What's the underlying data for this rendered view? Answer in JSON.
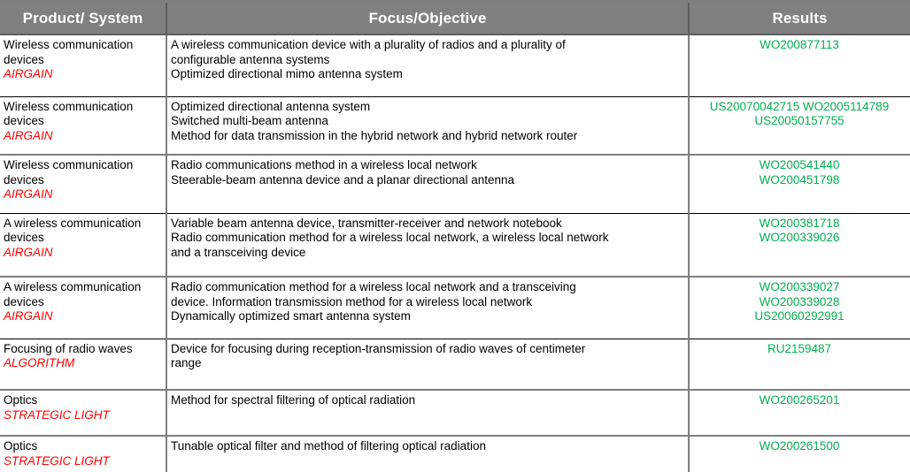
{
  "table": {
    "headers": {
      "product": "Product/ System",
      "focus": "Focus/Objective",
      "results": "Results"
    },
    "colors": {
      "header_bg": "#808080",
      "header_text": "#ffffff",
      "company_text": "#ff0000",
      "results_text": "#00b050",
      "border": "#7f7f7f",
      "body_text": "#000000"
    },
    "rows": [
      {
        "product": "Wireless communication devices",
        "company": "AIRGAIN",
        "focus": [
          "A wireless communication device with a plurality of radios and a plurality of",
          "configurable antenna systems",
          "Optimized directional mimo antenna system"
        ],
        "results": [
          "WO200877113"
        ]
      },
      {
        "product": "Wireless communication devices",
        "company": "AIRGAIN",
        "focus": [
          "Optimized directional antenna system",
          "Switched multi-beam antenna",
          "Method for data transmission in the hybrid network and hybrid network router"
        ],
        "results": [
          "US20070042715 WO2005114789",
          "US20050157755"
        ]
      },
      {
        "product": "Wireless communication devices",
        "company": "AIRGAIN",
        "focus": [
          "Radio communications method in a wireless local network",
          "Steerable-beam antenna device and a planar directional antenna"
        ],
        "results": [
          "WO200541440",
          "WO200451798"
        ]
      },
      {
        "product": "A wireless communication devices",
        "company": "AIRGAIN",
        "focus": [
          "Variable beam antenna device, transmitter-receiver and network notebook",
          "Radio communication method for a wireless local network, a wireless local network",
          "and a transceiving device"
        ],
        "results": [
          "WO200381718",
          "WO200339026"
        ]
      },
      {
        "product": "A wireless communication devices",
        "company": "AIRGAIN",
        "focus": [
          "Radio communication method for a wireless local network and a transceiving",
          "device. Information transmission method for a wireless local network",
          "Dynamically optimized smart antenna system"
        ],
        "results": [
          "WO200339027",
          "WO200339028",
          "US20060292991"
        ]
      },
      {
        "product": "Focusing of radio waves",
        "company": "ALGORITHM",
        "focus": [
          "Device for focusing during reception-transmission of radio waves of centimeter",
          "range"
        ],
        "results": [
          "RU2159487"
        ]
      },
      {
        "product": "Optics",
        "company": "STRATEGIC LIGHT",
        "focus": [
          "Method for spectral filtering of optical radiation"
        ],
        "results": [
          "WO200265201"
        ]
      },
      {
        "product": "Optics",
        "company": "STRATEGIC LIGHT",
        "focus": [
          "Tunable optical filter and method of filtering optical radiation"
        ],
        "results": [
          "WO200261500"
        ]
      }
    ]
  }
}
